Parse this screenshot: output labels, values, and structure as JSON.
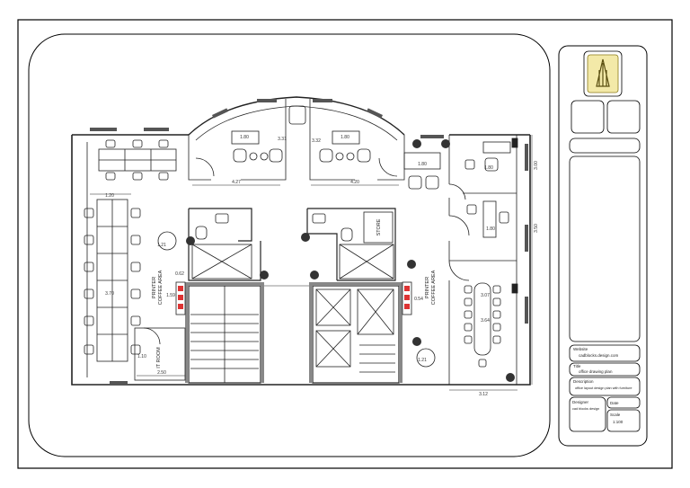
{
  "drawing": {
    "room_labels": {
      "it_room": "IT ROOM",
      "store": "STORE",
      "printer_left": "PRINTER",
      "coffee_left": "COFFEE AREA",
      "printer_right": "PRINTER",
      "coffee_right": "COFFEE AREA"
    },
    "dimensions": {
      "d_427": "4.27",
      "d_420": "4.20",
      "d_180a": "1.80",
      "d_180b": "1.80",
      "d_180c": "1.80",
      "d_180d": "1.80",
      "d_331": "3.31",
      "d_332": "3.32",
      "d_120": "1.20",
      "d_121a": "1.21",
      "d_121b": "1.21",
      "d_062": "0.62",
      "d_159": "1.59",
      "d_054": "0.54",
      "d_250": "2.50",
      "d_370": "3.70",
      "d_110": "1.10",
      "d_307": "3.07",
      "d_364": "3.64",
      "d_312": "3.12",
      "d_180e": "1.80",
      "d_300": "3.00",
      "d_350": "3.50"
    },
    "title_block": {
      "line1": "Website",
      "line2": "cadblocks.design.com",
      "line3": "Title",
      "line4": "office drawing plan",
      "line5": "Description",
      "line6": "office layout design plan with furniture",
      "line7": "Designer",
      "line8": "cad blocks design",
      "line9": "Date",
      "line10": "Scale",
      "line11": "1:100"
    }
  }
}
